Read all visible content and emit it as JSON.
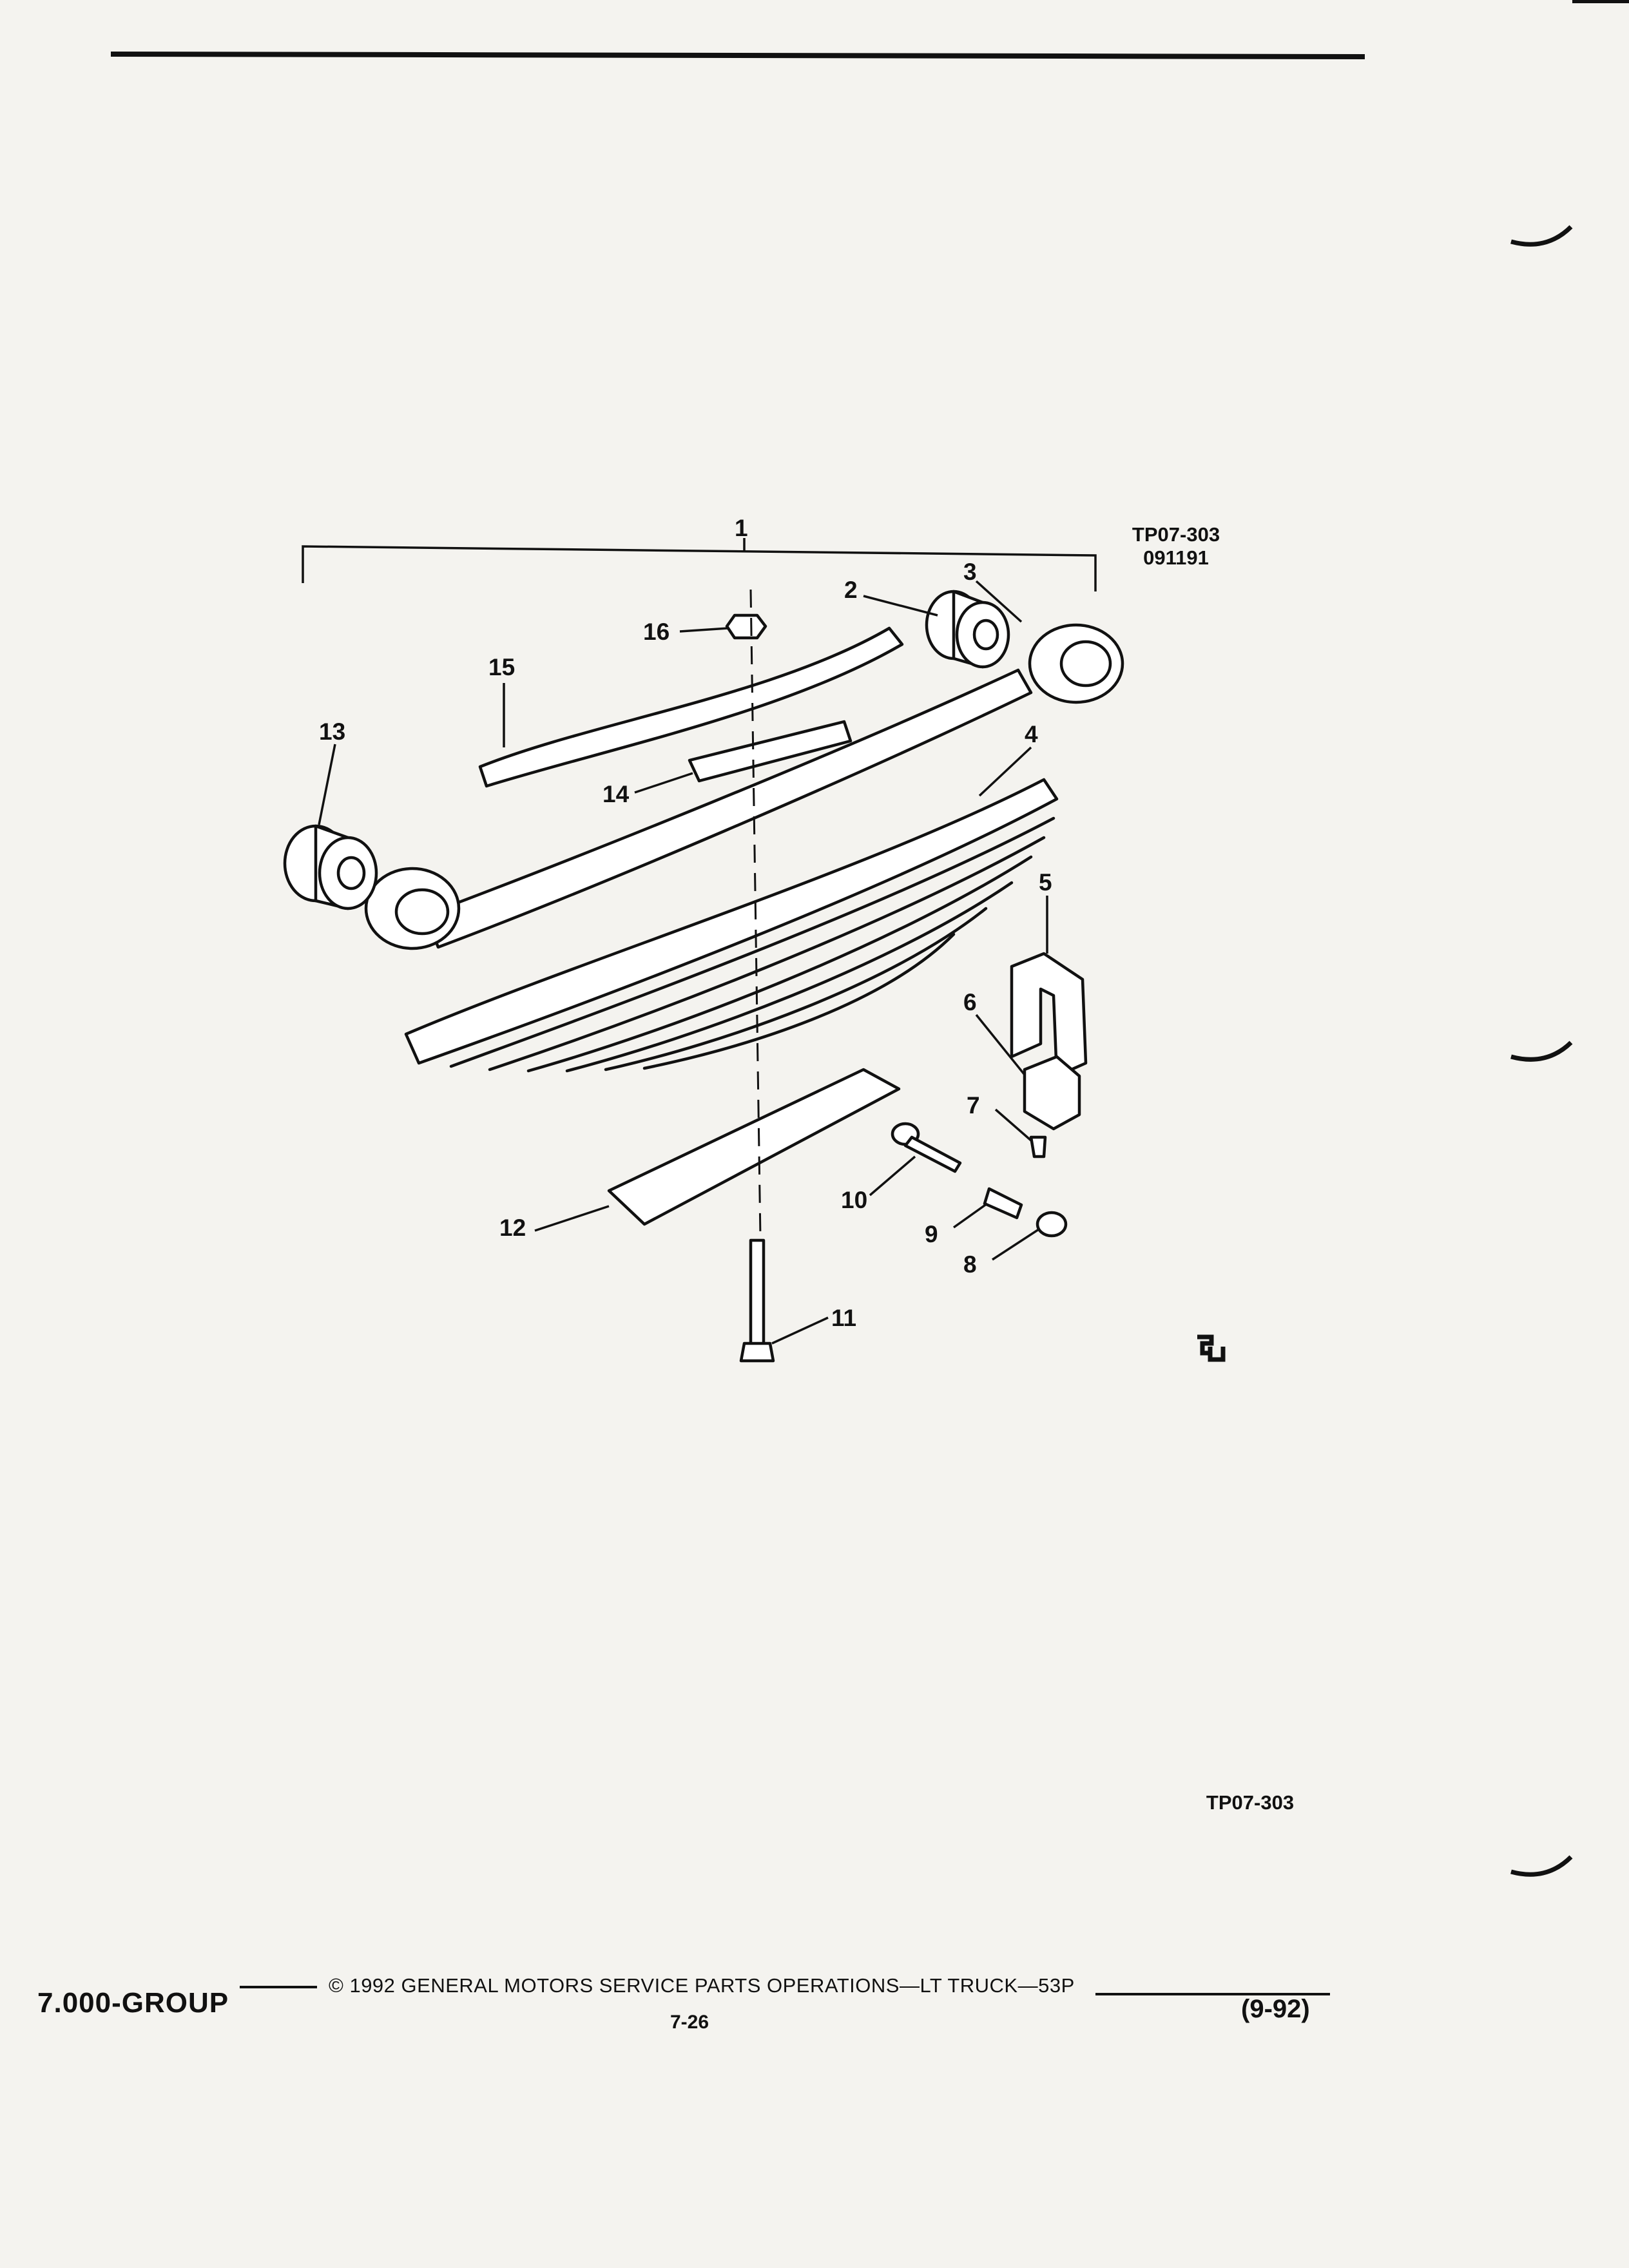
{
  "illustration": {
    "code": "TP07-303",
    "date_code": "091191",
    "bottom_code": "TP07-303",
    "callouts": [
      "1",
      "2",
      "3",
      "4",
      "5",
      "6",
      "7",
      "8",
      "9",
      "10",
      "11",
      "12",
      "13",
      "14",
      "15",
      "16"
    ]
  },
  "footer": {
    "group": "7.000-GROUP",
    "copyright": "© 1992  GENERAL MOTORS SERVICE PARTS OPERATIONS—LT TRUCK—53P",
    "page": "7-26",
    "revision": "(9-92)"
  }
}
